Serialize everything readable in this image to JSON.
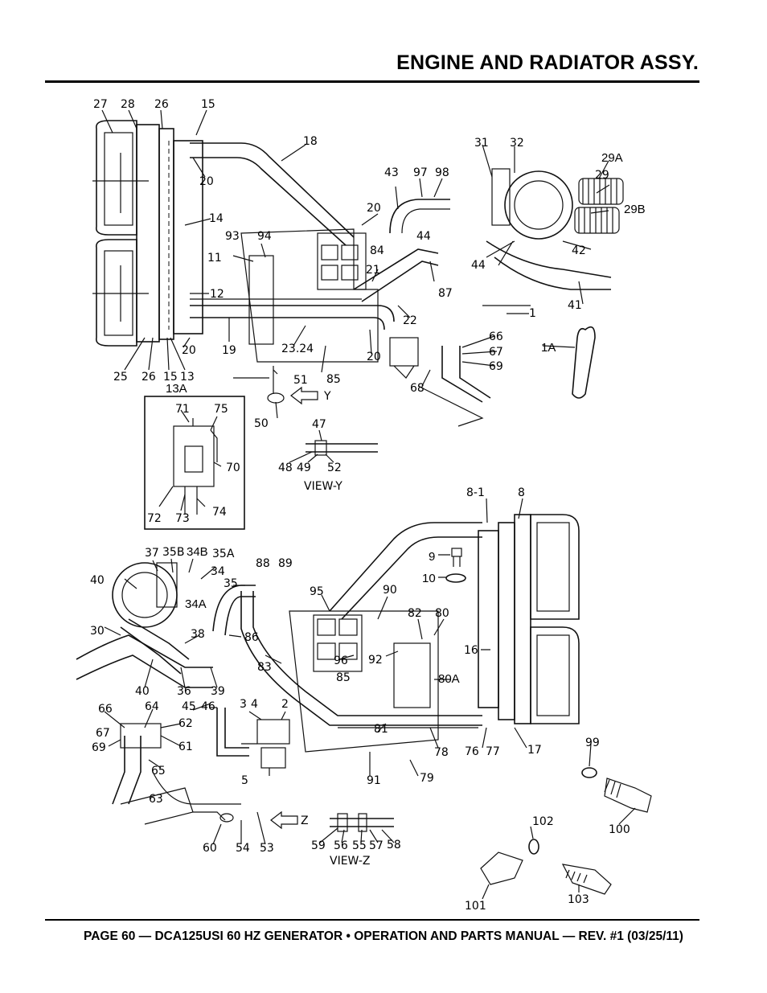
{
  "header": {
    "title": "ENGINE AND RADIATOR ASSY."
  },
  "footer": {
    "text": "PAGE 60 — DCA125USI 60 HZ GENERATOR • OPERATION AND PARTS MANUAL — REV. #1 (03/25/11)"
  },
  "diagram": {
    "upper_labels": [
      "27",
      "28",
      "26",
      "15",
      "18",
      "20",
      "14",
      "11",
      "12",
      "93",
      "94",
      "20",
      "43",
      "97",
      "98",
      "31",
      "32",
      "29A",
      "29",
      "29B",
      "44",
      "42",
      "44",
      "84",
      "21",
      "87",
      "41",
      "22",
      "1",
      "20",
      "66",
      "1A",
      "67",
      "69",
      "19",
      "23.24",
      "85",
      "20",
      "25",
      "26",
      "15",
      "13",
      "13A",
      "51",
      "Y",
      "50",
      "68",
      "71",
      "75",
      "70",
      "72",
      "73",
      "74",
      "47",
      "48",
      "49",
      "52",
      "VIEW-Y"
    ],
    "lower_labels": [
      "8-1",
      "8",
      "9",
      "10",
      "37",
      "35B",
      "34B",
      "35A",
      "34",
      "35",
      "34A",
      "88",
      "89",
      "40",
      "95",
      "90",
      "82",
      "80",
      "30",
      "38",
      "86",
      "16",
      "96",
      "92",
      "83",
      "85",
      "80A",
      "40",
      "36",
      "39",
      "66",
      "64",
      "45",
      "46",
      "3",
      "4",
      "2",
      "62",
      "67",
      "61",
      "69",
      "65",
      "81",
      "76",
      "77",
      "17",
      "78",
      "99",
      "63",
      "5",
      "91",
      "79",
      "100",
      "Z",
      "102",
      "60",
      "54",
      "53",
      "59",
      "56",
      "55",
      "57",
      "58",
      "VIEW-Z",
      "101",
      "103"
    ]
  }
}
